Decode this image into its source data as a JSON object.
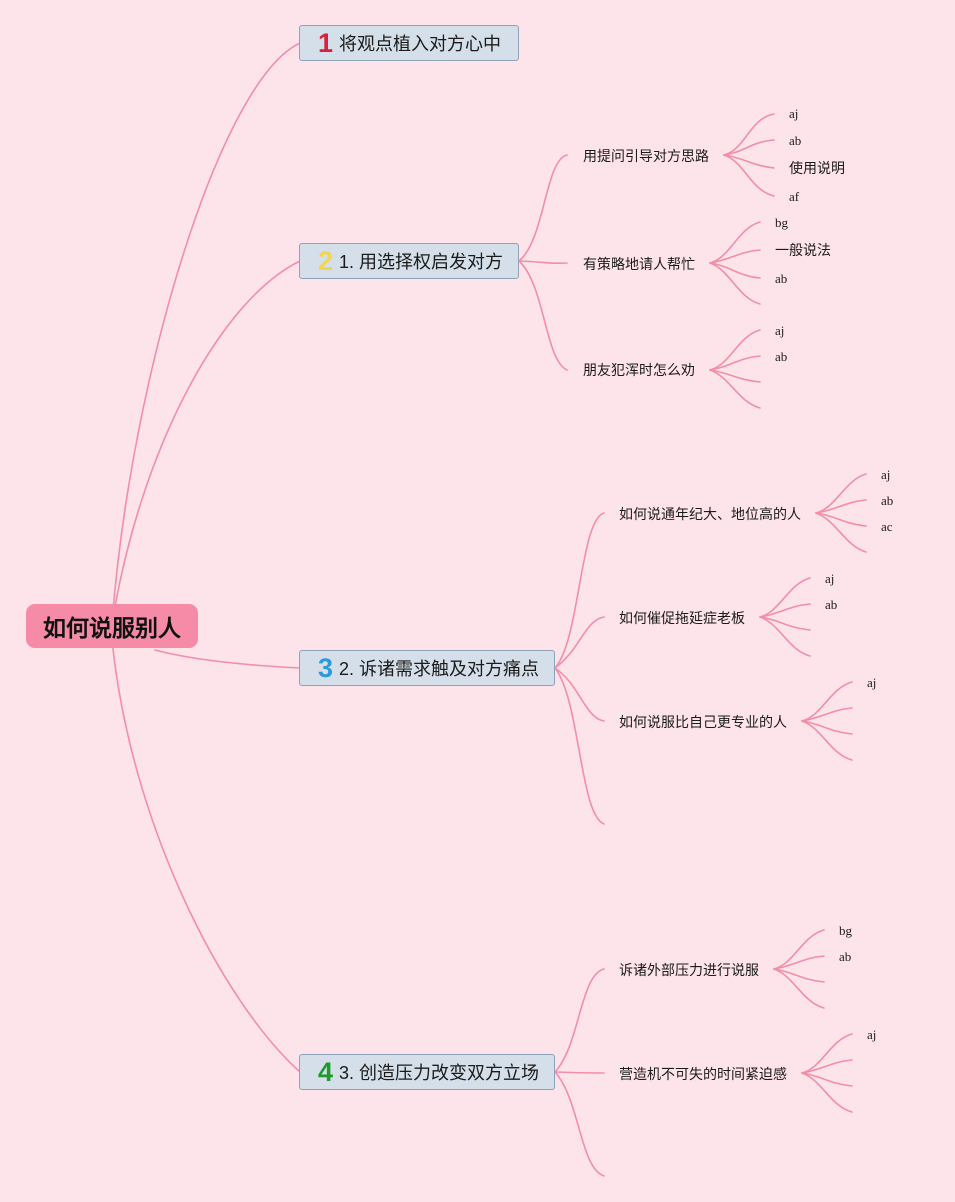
{
  "root": {
    "label": "如何说服别人"
  },
  "branches": [
    {
      "badge": "1",
      "badge_color": "#d8213c",
      "label": "将观点植入对方心中",
      "children": []
    },
    {
      "badge": "2",
      "badge_color": "#f2d74e",
      "label": "1. 用选择权启发对方",
      "children": [
        {
          "label": "用提问引导对方思路",
          "leaves": [
            "aj",
            "ab",
            "使用说明",
            "af"
          ]
        },
        {
          "label": "有策略地请人帮忙",
          "leaves": [
            "bg",
            "一般说法",
            "ab",
            ""
          ]
        },
        {
          "label": "朋友犯浑时怎么劝",
          "leaves": [
            "aj",
            "ab",
            "",
            ""
          ]
        }
      ]
    },
    {
      "badge": "3",
      "badge_color": "#2b9ad6",
      "label": "2. 诉诸需求触及对方痛点",
      "children": [
        {
          "label": "如何说通年纪大、地位高的人",
          "leaves": [
            "aj",
            "ab",
            "ac",
            ""
          ]
        },
        {
          "label": "如何催促拖延症老板",
          "leaves": [
            "aj",
            "ab",
            "",
            ""
          ]
        },
        {
          "label": "如何说服比自己更专业的人",
          "leaves": [
            "aj",
            "",
            "",
            ""
          ]
        },
        {
          "label": "",
          "leaves": []
        }
      ]
    },
    {
      "badge": "4",
      "badge_color": "#1f9a2e",
      "label": "3. 创造压力改变双方立场",
      "children": [
        {
          "label": "诉诸外部压力进行说服",
          "leaves": [
            "bg",
            "ab",
            "",
            ""
          ]
        },
        {
          "label": "营造机不可失的时间紧迫感",
          "leaves": [
            "aj",
            "",
            "",
            ""
          ]
        },
        {
          "label": "",
          "leaves": []
        }
      ]
    }
  ]
}
